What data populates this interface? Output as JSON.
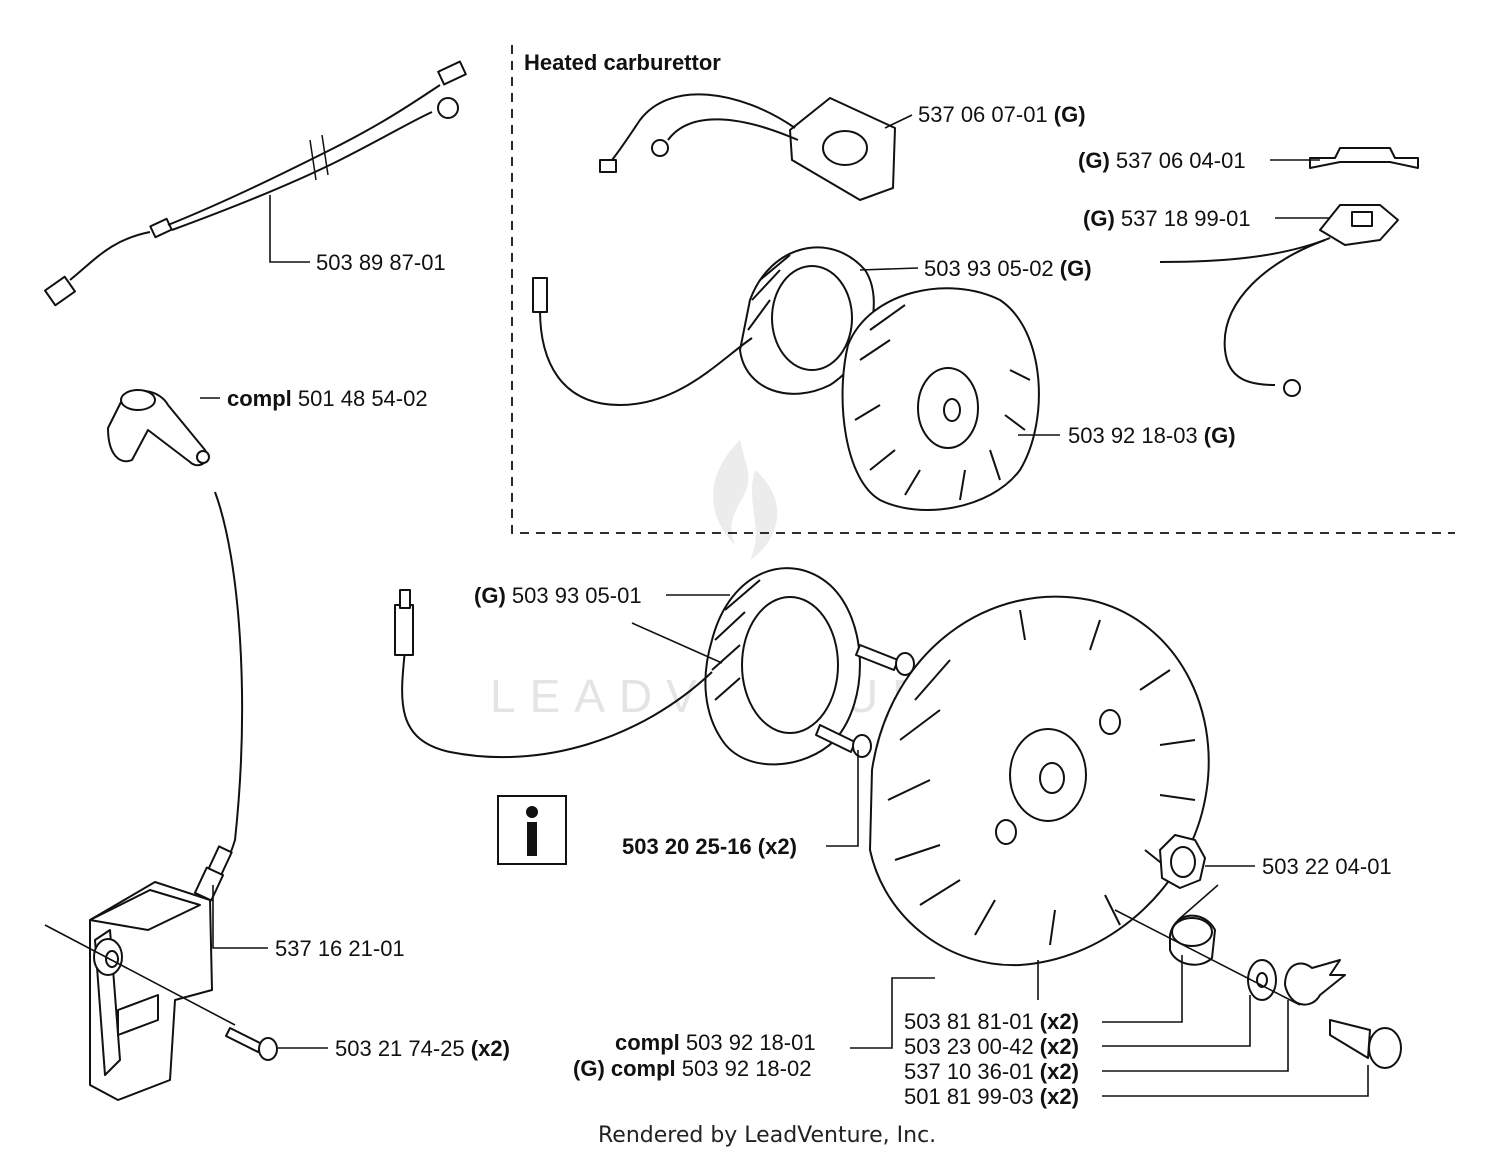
{
  "section_header": "Heated carburettor",
  "watermark": "LEADVENTURE",
  "credit": "Rendered by LeadVenture, Inc.",
  "labels": {
    "l1": {
      "num": "503 89 87-01"
    },
    "l2": {
      "pre": "compl",
      "num": "501 48 54-02"
    },
    "l3": {
      "num": "537 16 21-01"
    },
    "l4": {
      "num": "503 21 74-25",
      "suf": "(x2)"
    },
    "l5": {
      "num": "537 06 07-01",
      "suf": "(G)"
    },
    "l6": {
      "pre": "(G)",
      "num": "537 06 04-01"
    },
    "l7": {
      "pre": "(G)",
      "num": "537 18 99-01"
    },
    "l8": {
      "num": "503 93 05-02",
      "suf": "(G)"
    },
    "l9": {
      "num": "503 92 18-03",
      "suf": "(G)"
    },
    "l10": {
      "pre": "(G)",
      "num": "503 93 05-01"
    },
    "l11": {
      "text": "503 20 25-16 (x2)"
    },
    "l12": {
      "num": "503 22 04-01"
    },
    "l13": {
      "pre": "compl",
      "num": "503 92 18-01"
    },
    "l14": {
      "pre": "(G) compl",
      "num": "503 92 18-02"
    },
    "l15": {
      "num": "503 81 81-01",
      "suf": "(x2)"
    },
    "l16": {
      "num": "503 23 00-42",
      "suf": "(x2)"
    },
    "l17": {
      "num": "537 10 36-01",
      "suf": "(x2)"
    },
    "l18": {
      "num": "501 81 99-03",
      "suf": "(x2)"
    }
  }
}
